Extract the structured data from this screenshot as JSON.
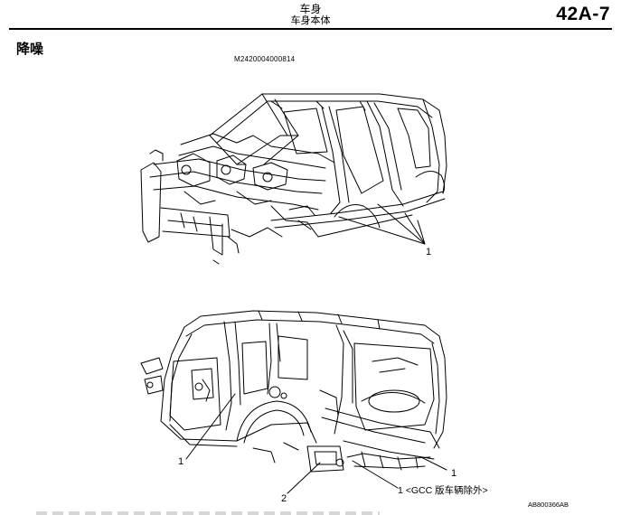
{
  "header": {
    "title": "车身",
    "subtitle": "车身本体",
    "page_number": "42A-7"
  },
  "section_title": "降噪",
  "figure": {
    "id": "M2420004000814",
    "code": "AB800366AB",
    "callouts": {
      "top_1": "1",
      "bottom_left_1": "1",
      "bottom_right_1": "1",
      "bottom_2": "2",
      "bottom_gcc": "1 <GCC 版车辆除外>"
    }
  }
}
